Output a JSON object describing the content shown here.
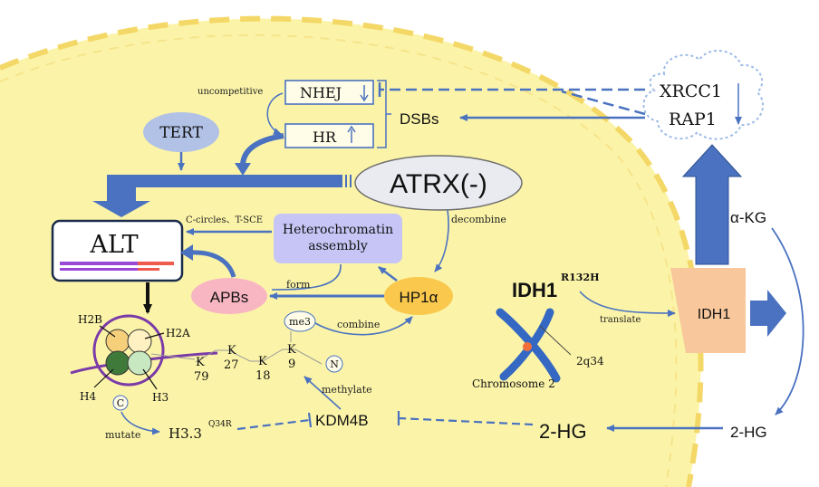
{
  "labels": {
    "uncompetitive": "uncompetitive",
    "nhej": "NHEJ",
    "hr": "HR",
    "dsbs": "DSBs",
    "xrcc1": "XRCC1",
    "rap1": "RAP1",
    "tert": "TERT",
    "atrx": "ATRX(-)",
    "decombine": "decombine",
    "alt": "ALT",
    "c_circles": "C-circles、T-SCE",
    "heterochromatin_line1": "Heterochromatin",
    "heterochromatin_line2": "assembly",
    "form": "form",
    "apbs": "APBs",
    "hp1a": "HP1α",
    "me3": "me3",
    "combine": "combine",
    "h2b": "H2B",
    "h2a": "H2A",
    "h4": "H4",
    "h3": "H3",
    "c_circle": "C",
    "n_circle": "N",
    "k79_k": "K",
    "k79_n": "79",
    "k27_k": "K",
    "k27_n": "27",
    "k18_k": "K",
    "k18_n": "18",
    "k9_k": "K",
    "k9_n": "9",
    "methylate": "methylate",
    "mutate": "mutate",
    "h33": "H3.3",
    "h33_sup": "Q34R",
    "kdm4b": "KDM4B",
    "hg_center": "2-HG",
    "idh1_mut": "IDH1",
    "idh1_mut_sup": "R132H",
    "translate": "translate",
    "chromosome2": "Chromosome 2",
    "locus": "2q34",
    "idh1": "IDH1",
    "akg": "α-KG",
    "hg_right": "2-HG"
  },
  "colors": {
    "cell": "#fbf4a8",
    "cell_border": "#f4d867",
    "arrow": "#4a72c0",
    "tert": "#b1c2e6",
    "atrx": "#e9ebf1",
    "hetero": "#c7c5f5",
    "apbs": "#f7b6c2",
    "hp1a": "#f9c84c",
    "idh1_box": "#f8c79b",
    "chromosome": "#3468c2"
  }
}
